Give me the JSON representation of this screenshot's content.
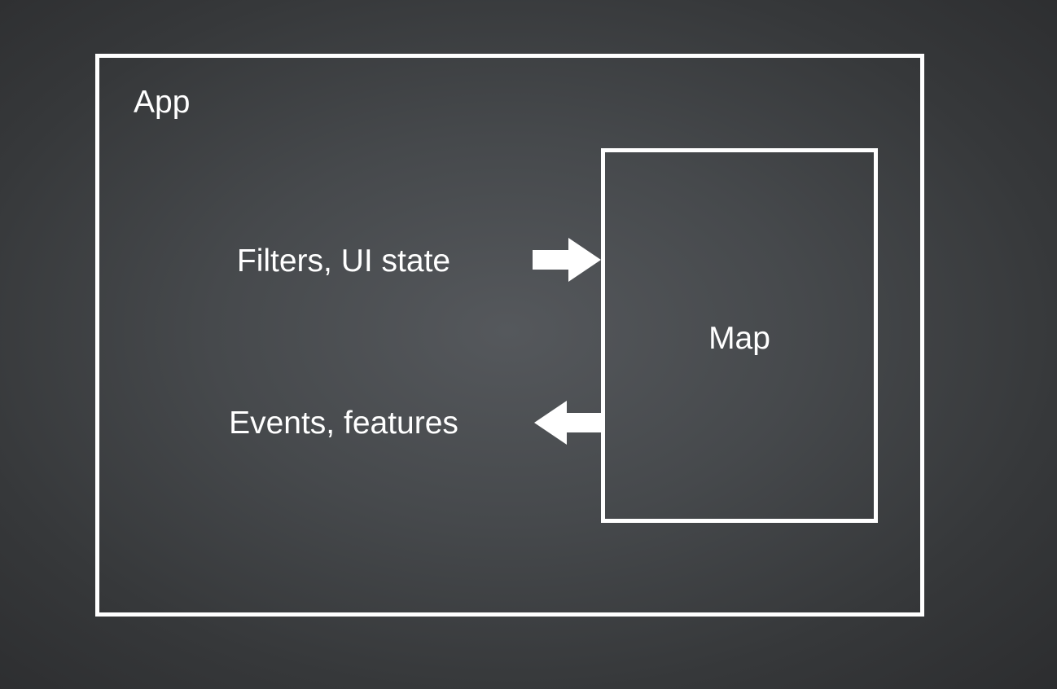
{
  "diagram": {
    "outer": {
      "label": "App"
    },
    "inner": {
      "label": "Map"
    },
    "flows": [
      {
        "label": "Filters, UI state",
        "direction": "into-map",
        "icon": "arrow-right-icon"
      },
      {
        "label": "Events, features",
        "direction": "out-of-map",
        "icon": "arrow-left-icon"
      }
    ]
  }
}
